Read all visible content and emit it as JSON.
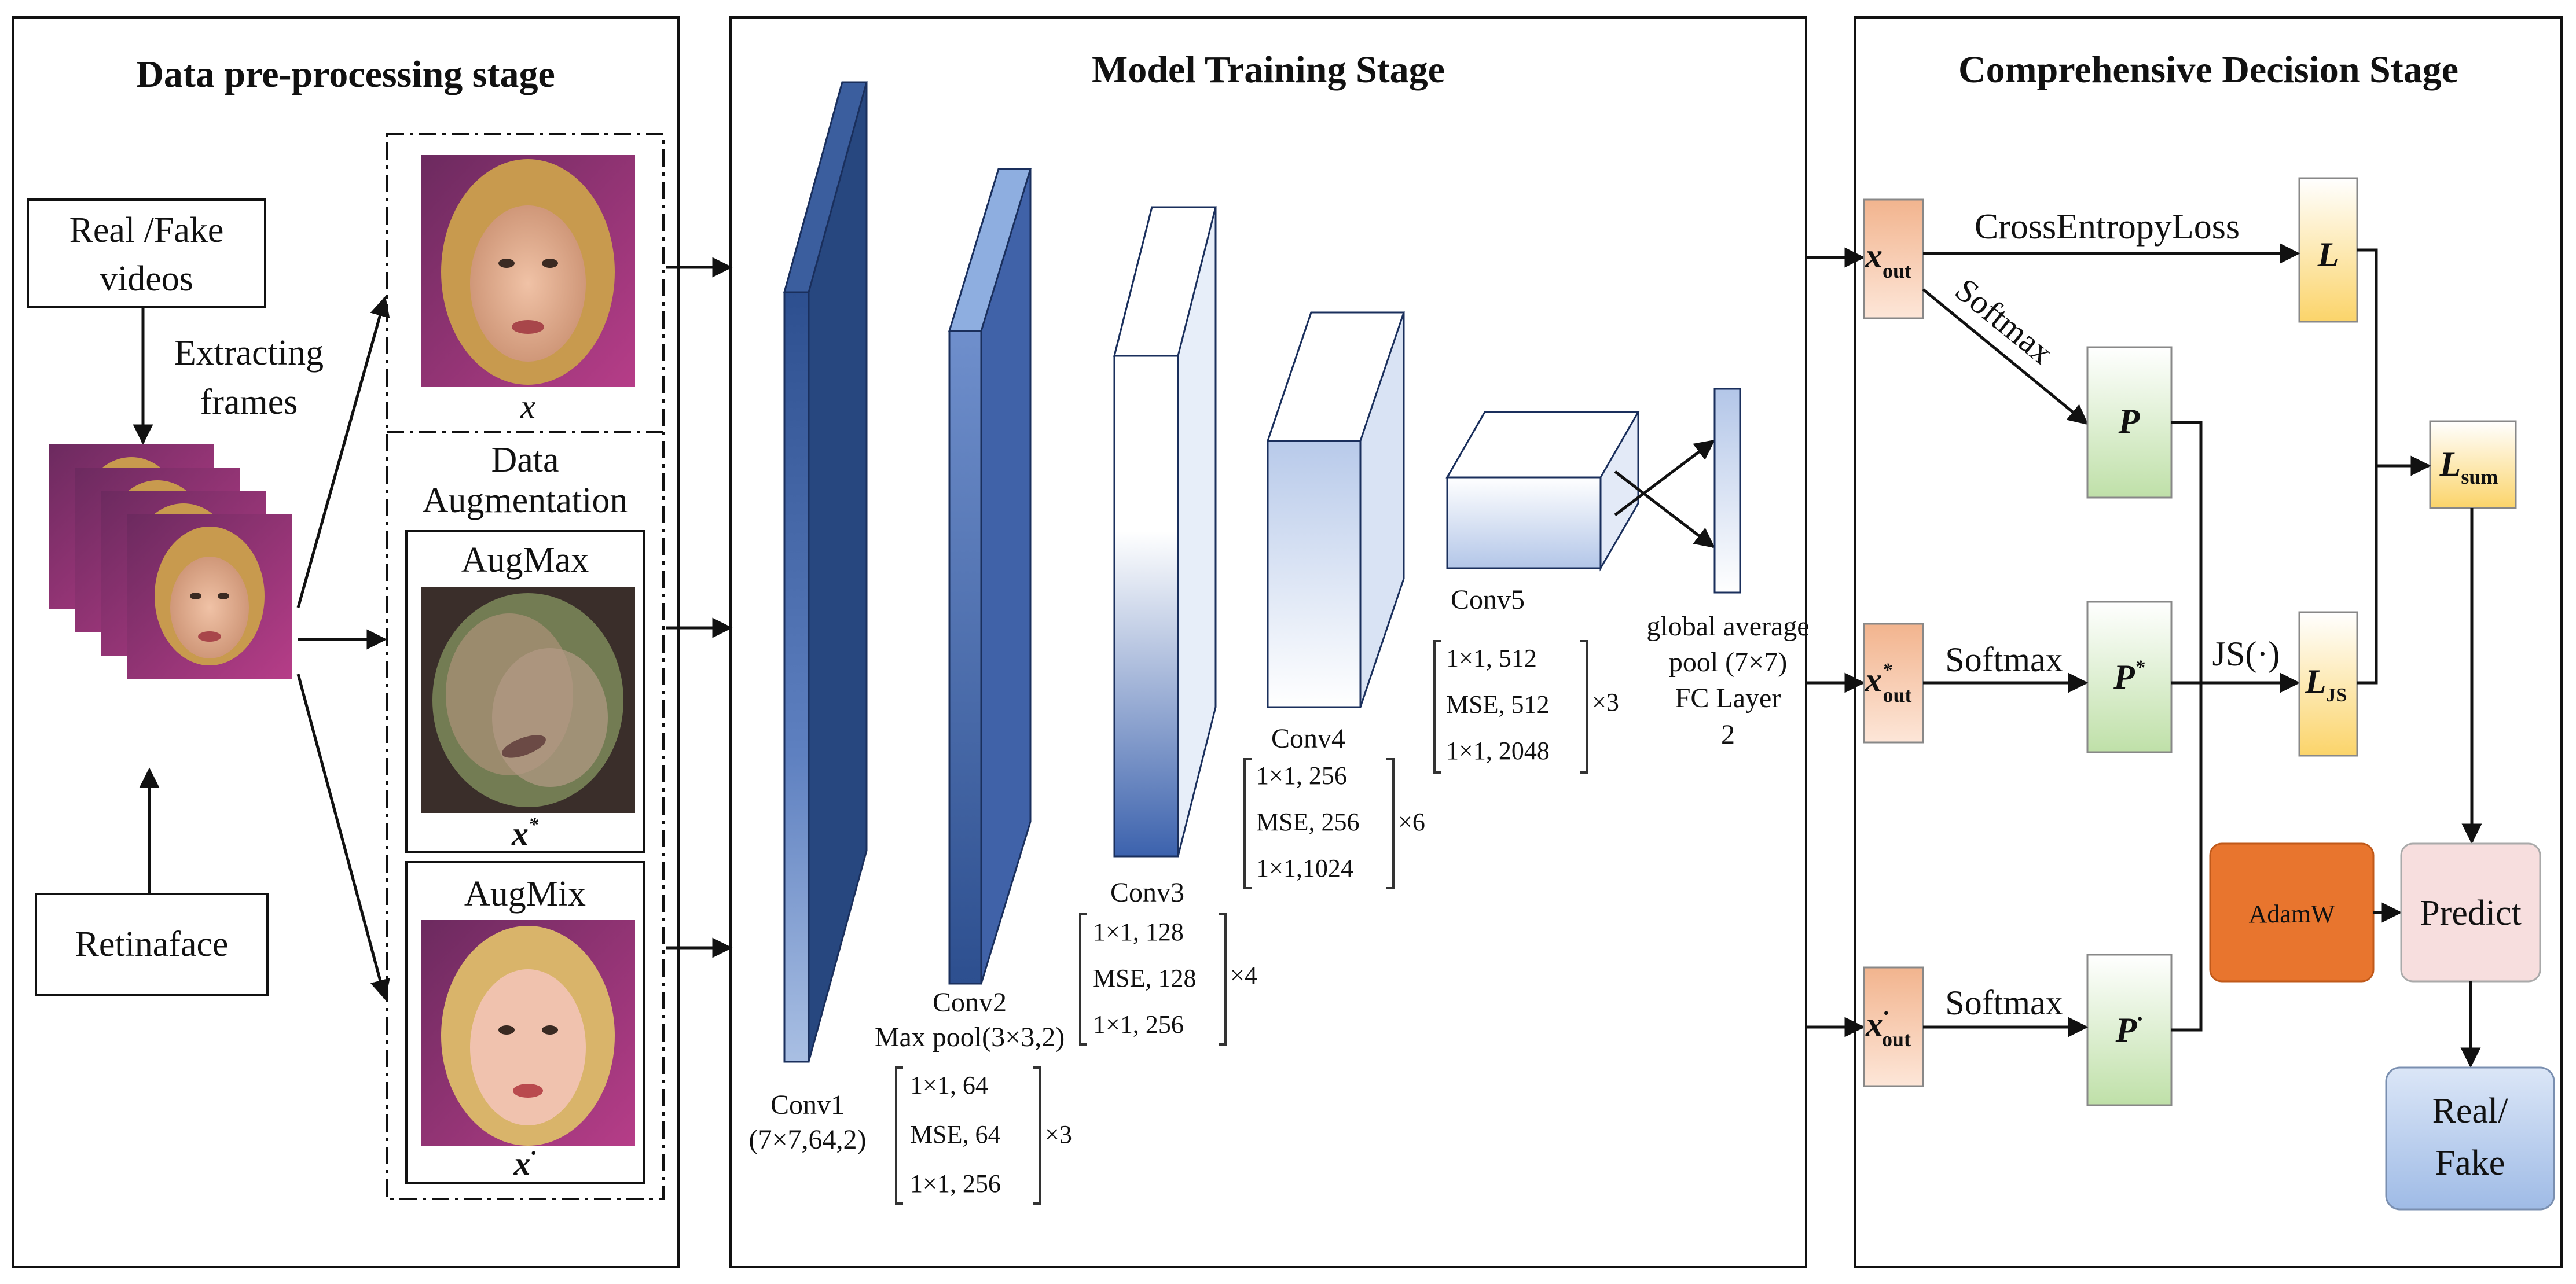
{
  "stages": {
    "preprocessing": "Data pre-processing stage",
    "training": "Model Training Stage",
    "decision": "Comprehensive Decision Stage"
  },
  "preprocess": {
    "videos_line1": "Real /Fake",
    "videos_line2": "videos",
    "extract_line1": "Extracting",
    "extract_line2": "frames",
    "retinaface": "Retinaface",
    "original_label": "x",
    "augment_line1": "Data",
    "augment_line2": "Augmentation",
    "augmax": "AugMax",
    "augmax_label": "x*",
    "augmix": "AugMix",
    "augmix_label": "x·"
  },
  "training": {
    "conv1_name": "Conv1",
    "conv1_spec": "(7×7,64,2)",
    "conv2_name": "Conv2",
    "conv2_pool": "Max pool(3×3,2)",
    "conv2_rows": [
      "1×1,   64",
      "MSE,  64",
      "1×1,  256"
    ],
    "conv2_mult": "×3",
    "conv3_name": "Conv3",
    "conv3_rows": [
      "1×1,  128",
      "MSE, 128",
      "1×1,  256"
    ],
    "conv3_mult": "×4",
    "conv4_name": "Conv4",
    "conv4_rows": [
      "1×1,  256",
      "MSE, 256",
      "1×1,1024"
    ],
    "conv4_mult": "×6",
    "conv5_name": "Conv5",
    "conv5_rows": [
      "1×1,  512",
      "MSE, 512",
      "1×1,  2048"
    ],
    "conv5_mult": "×3",
    "gap_line1": "global average",
    "gap_line2": "pool (7×7)",
    "gap_line3": "FC Layer",
    "gap_line4": "2"
  },
  "decision": {
    "x_out": "x",
    "out_sub": "out",
    "ce_loss": "CrossEntropyLoss",
    "softmax": "Softmax",
    "L": "L",
    "P": "P",
    "L_sum": "L",
    "sum_sub": "sum",
    "js": "JS(·)",
    "L_js": "L",
    "js_sub": "JS",
    "adamw": "AdamW",
    "predict": "Predict",
    "result_line1": "Real/",
    "result_line2": "Fake"
  },
  "colors": {
    "conv_dark": "#2d4f8f",
    "conv_light": "#ffffff",
    "x_box": "#f6c9ae",
    "p_box": "#d5ebc6",
    "l_box": "#fde9a6",
    "adamw": "#e8752e",
    "predict": "#f7dede",
    "result": "#bcd1ee"
  }
}
